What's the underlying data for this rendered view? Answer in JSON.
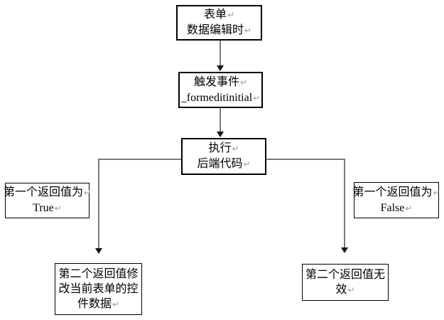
{
  "diagram_title": "Form edit event flowchart",
  "boxes": {
    "form_edit": {
      "lines": [
        "表单",
        "数据编辑时"
      ]
    },
    "trigger_event": {
      "lines": [
        "触发事件",
        "_formeditinitial"
      ]
    },
    "execute": {
      "lines": [
        "执行",
        "后端代码"
      ]
    },
    "true_branch": {
      "lines": [
        "第一个返回值为",
        "True"
      ]
    },
    "false_branch": {
      "lines": [
        "第一个返回值为",
        "False"
      ]
    },
    "modify_controls": {
      "lines": [
        "第二个返回值修",
        "改当前表单的控",
        "件数据"
      ]
    },
    "invalid_result": {
      "lines": [
        "第二个返回值无",
        "效"
      ]
    }
  },
  "marks": {
    "return_mark": "↵"
  },
  "colors": {
    "background": "#ffffff",
    "box_border": "#000000",
    "text": "#000000",
    "connector": "#7a7a7a",
    "arrowhead": "#141414",
    "return_mark": "#9a9a9a"
  }
}
